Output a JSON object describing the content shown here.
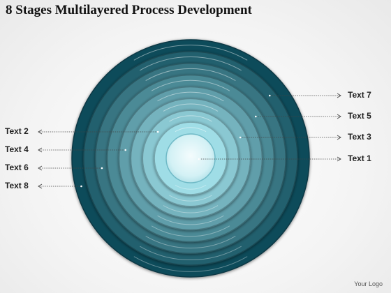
{
  "title": "8 Stages Multilayered Process Development",
  "logo": "Your Logo",
  "colors": {
    "ring_outer": "#0d4b5a",
    "ring_inner": "#9fdde6",
    "center": "#e8f8fb",
    "connector": "#444444"
  },
  "stages": [
    {
      "label": "Text 1",
      "side": "right",
      "ring": 1
    },
    {
      "label": "Text 2",
      "side": "left",
      "ring": 2
    },
    {
      "label": "Text 3",
      "side": "right",
      "ring": 3
    },
    {
      "label": "Text 4",
      "side": "left",
      "ring": 4
    },
    {
      "label": "Text 5",
      "side": "right",
      "ring": 5
    },
    {
      "label": "Text 6",
      "side": "left",
      "ring": 6
    },
    {
      "label": "Text 7",
      "side": "right",
      "ring": 7
    },
    {
      "label": "Text 8",
      "side": "left",
      "ring": 8
    }
  ]
}
